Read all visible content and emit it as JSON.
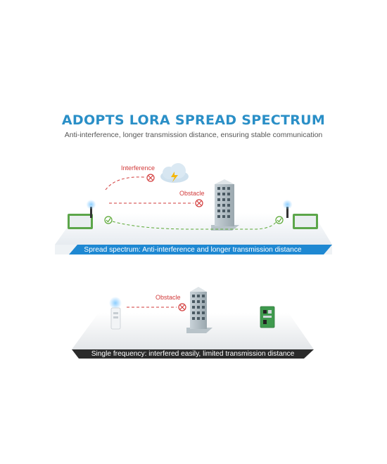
{
  "header": {
    "title": "ADOPTS LORA SPREAD SPECTRUM",
    "subtitle": "Anti-interference, longer transmission distance, ensuring stable communication"
  },
  "scene_spread": {
    "interference_label": "Interference",
    "obstacle_label": "Obstacle",
    "banner_text": "Spread spectrum: Anti-interference and longer transmission distance"
  },
  "scene_single": {
    "obstacle_label": "Obstacle",
    "banner_text": "Single frequency: interfered easily, limited transmission distance"
  },
  "colors": {
    "title": "#2a8fc7",
    "fail_red": "#d23a3a",
    "ok_green": "#5aa832",
    "blue_band": "#1e88d2",
    "dark_band": "#2b2b2b"
  },
  "icons": [
    "cloud-lightning-icon",
    "building-icon",
    "x-circle-icon",
    "check-circle-icon",
    "antenna-icon",
    "lora-module-icon",
    "remote-control-icon",
    "receiver-board-icon"
  ]
}
